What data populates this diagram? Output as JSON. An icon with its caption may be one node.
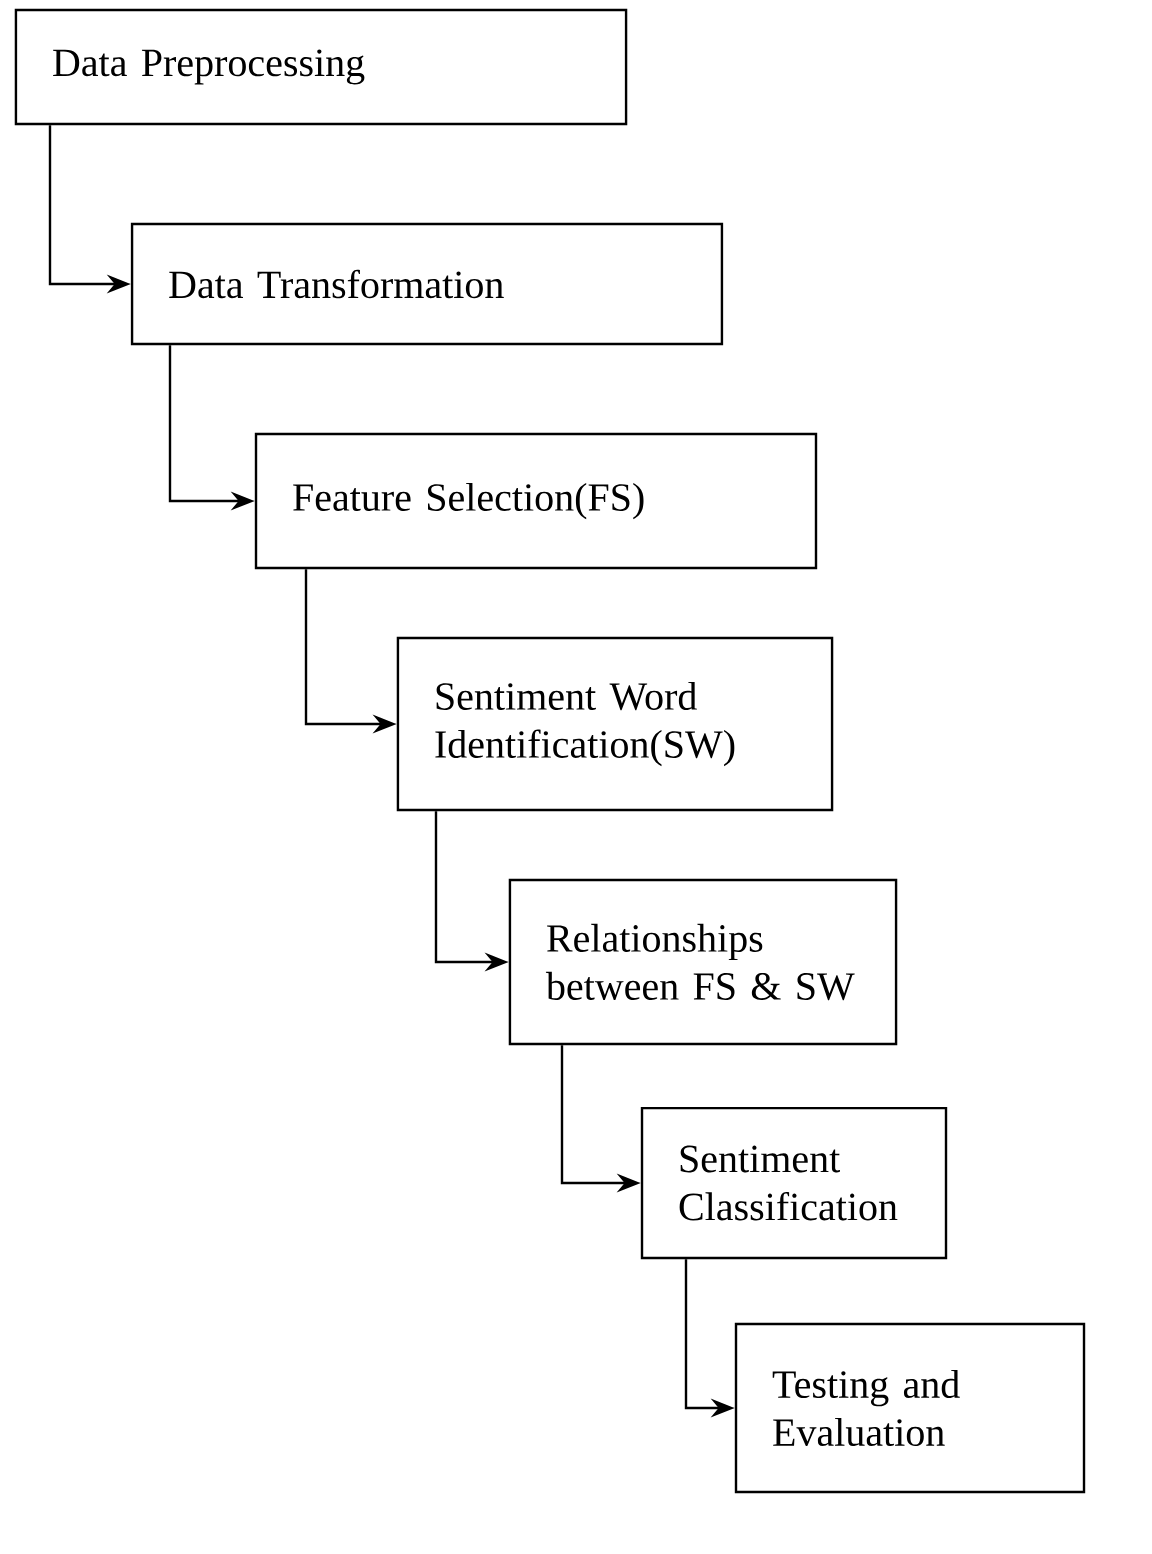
{
  "diagram": {
    "nodes": [
      {
        "text": [
          "Data  Preprocessing"
        ]
      },
      {
        "text": [
          "Data Transformation"
        ]
      },
      {
        "text": [
          "Feature Selection(FS)"
        ]
      },
      {
        "text": [
          "Sentiment Word Identification(SW)"
        ]
      },
      {
        "text": [
          "Relationships between FS & SW"
        ]
      },
      {
        "text": [
          "Sentiment Classification"
        ]
      },
      {
        "text": [
          "Testing and Evaluation"
        ]
      }
    ],
    "edges": [
      {
        "from": 0,
        "to": 1,
        "arrow": "to"
      },
      {
        "from": 1,
        "to": 2,
        "arrow": "to"
      },
      {
        "from": 2,
        "to": 3,
        "arrow": "to"
      },
      {
        "from": 3,
        "to": 4,
        "arrow": "to"
      },
      {
        "from": 4,
        "to": 5,
        "arrow": "to"
      },
      {
        "from": 5,
        "to": 6,
        "arrow": "to"
      }
    ]
  }
}
